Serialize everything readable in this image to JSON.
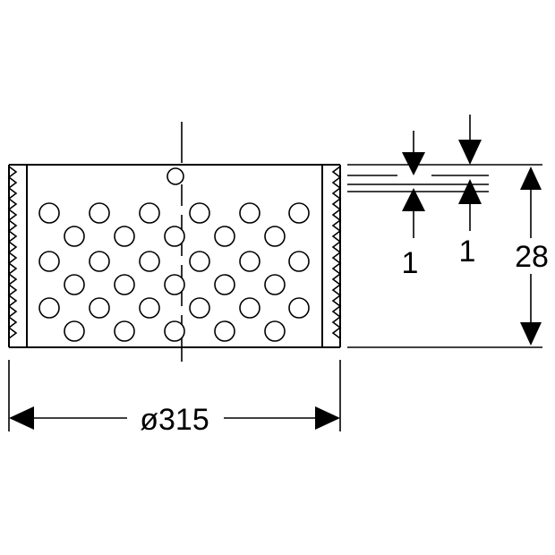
{
  "dimensions": {
    "diameter": "ø315",
    "height": "28",
    "gap_left": "1",
    "gap_right": "1"
  },
  "colors": {
    "line": "#000000",
    "background": "#ffffff"
  }
}
